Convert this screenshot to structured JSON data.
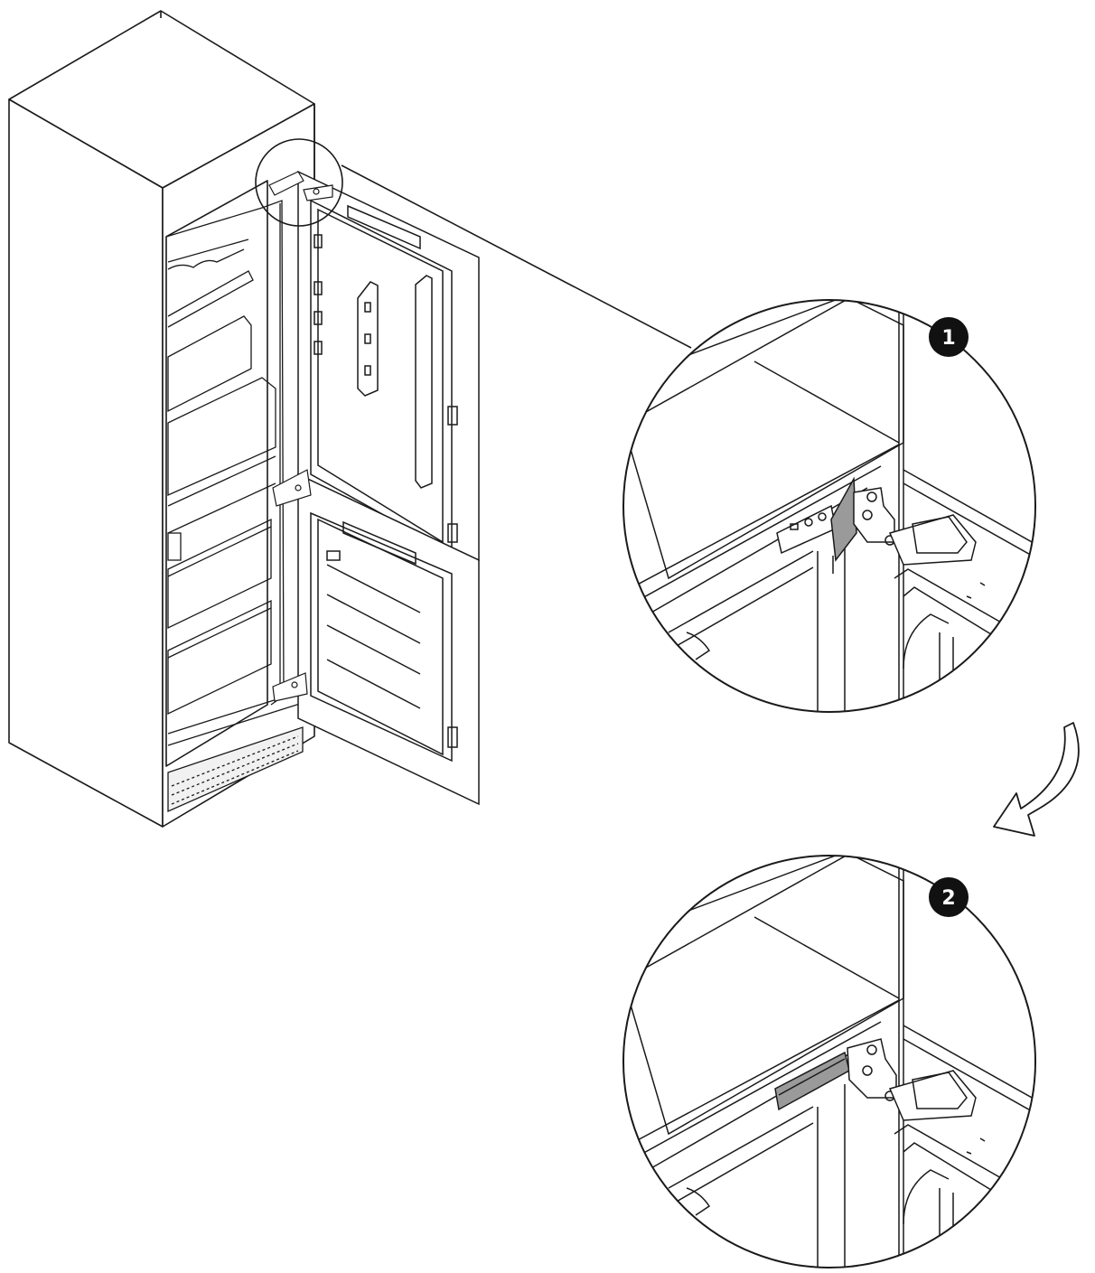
{
  "figure": {
    "colors": {
      "line": "#1a1a1a",
      "paper": "#ffffff",
      "cabinet_shade": "#f1f1f1",
      "highlight": "#9a9a9a",
      "badge": "#111111"
    },
    "icons": [
      "cabinet-icon",
      "fridge-icon",
      "hinge-icon",
      "curved-arrow-icon",
      "magnifier-circle-icon"
    ],
    "steps": [
      {
        "number": "1",
        "name": "hinge-detail-before"
      },
      {
        "number": "2",
        "name": "hinge-detail-after"
      }
    ]
  }
}
